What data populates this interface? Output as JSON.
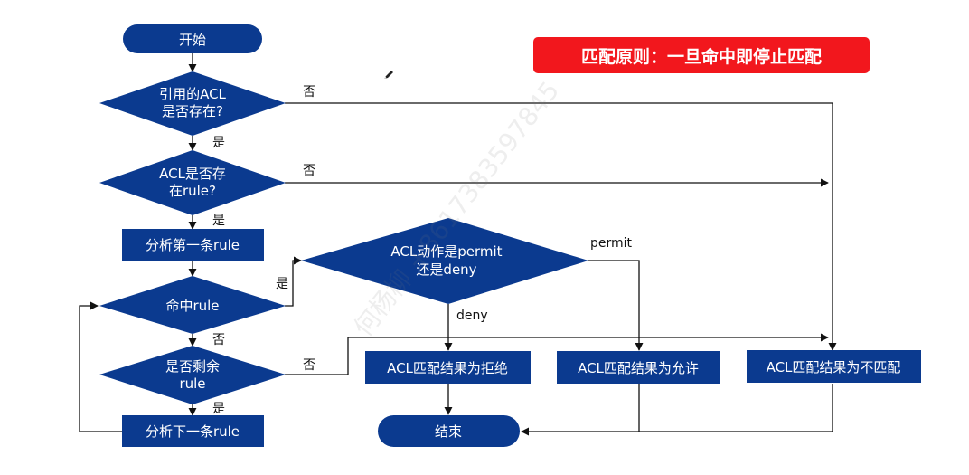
{
  "banner": {
    "text": "匹配原则：一旦命中即停止匹配"
  },
  "watermark": {
    "text": "何杨柳 +8617383597845"
  },
  "colors": {
    "node_fill": "#0b3a8f",
    "banner_fill": "#f2171d",
    "line": "#111111"
  },
  "nodes": {
    "start": {
      "label": "开始"
    },
    "acl_exists": {
      "line1": "引用的ACL",
      "line2": "是否存在?"
    },
    "rule_exists": {
      "line1": "ACL是否存",
      "line2": "在rule?"
    },
    "analyze_first": {
      "label": "分析第一条rule"
    },
    "hit_rule": {
      "label": "命中rule"
    },
    "remaining": {
      "line1": "是否剩余",
      "line2": "rule"
    },
    "analyze_next": {
      "label": "分析下一条rule"
    },
    "action": {
      "line1": "ACL动作是permit",
      "line2": "还是deny"
    },
    "result_deny": {
      "label": "ACL匹配结果为拒绝"
    },
    "result_permit": {
      "label": "ACL匹配结果为允许"
    },
    "result_nomatch": {
      "label": "ACL匹配结果为不匹配"
    },
    "end": {
      "label": "结束"
    }
  },
  "edges": {
    "acl_no": "否",
    "acl_yes": "是",
    "rule_no": "否",
    "rule_yes": "是",
    "hit_yes": "是",
    "hit_no": "否",
    "remain_no": "否",
    "remain_yes": "是",
    "permit": "permit",
    "deny": "deny"
  }
}
